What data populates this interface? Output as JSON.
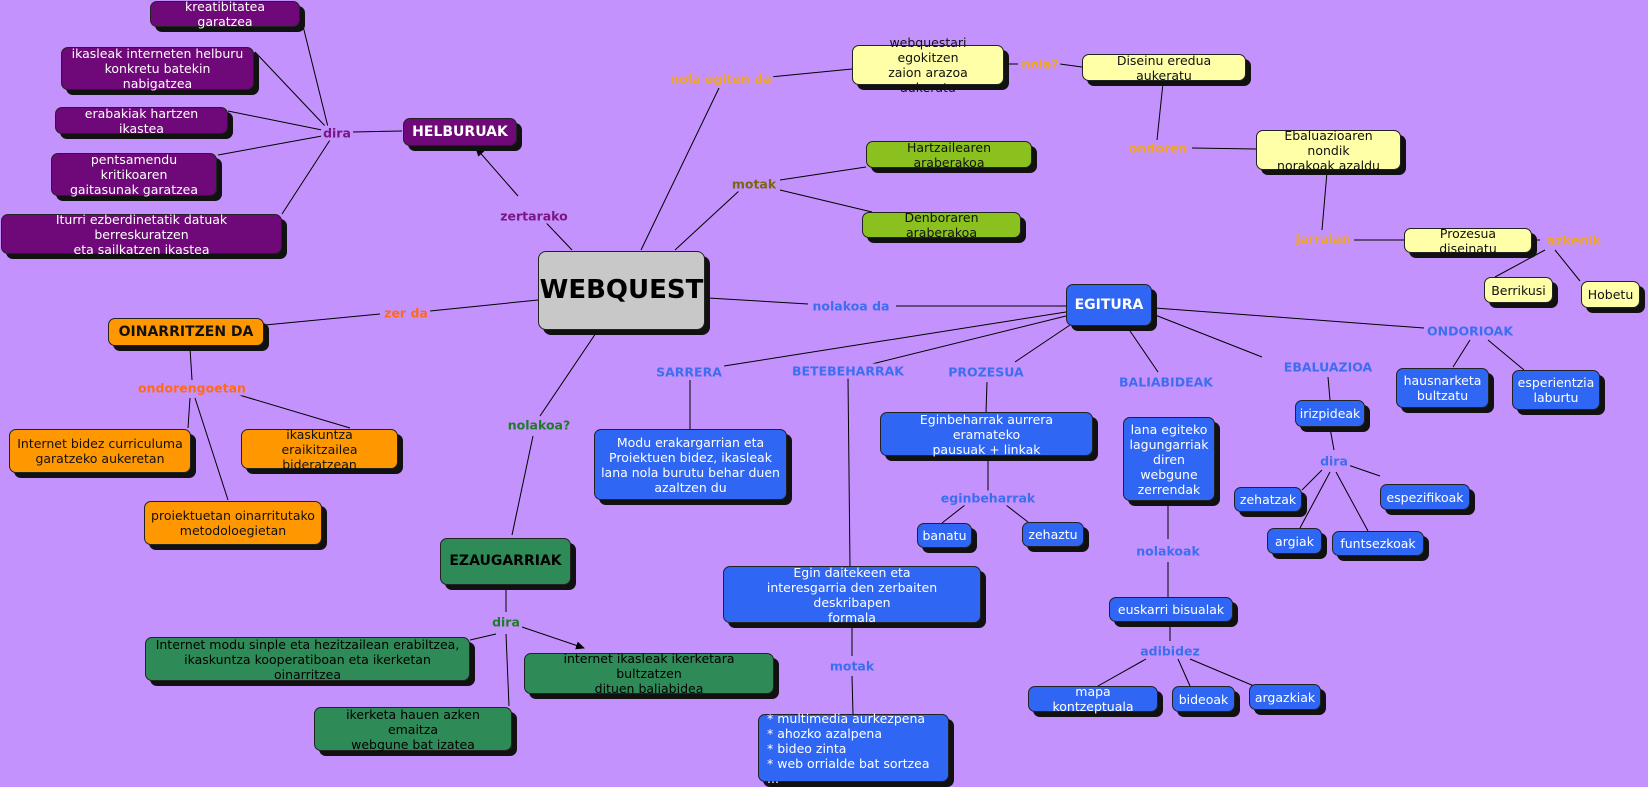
{
  "colors": {
    "background": "#c492fc",
    "purple": "#6f0878",
    "orange": "#ff9800",
    "green": "#2e8b57",
    "lime": "#8ac11f",
    "yellow": "#ffffa8",
    "blue": "#2f66f4",
    "center": "#c8c8c8"
  },
  "center": {
    "title": "WEBQUEST"
  },
  "helburuak": {
    "title": "HELBURUAK",
    "link_zertarako": "zertarako",
    "link_dira": "dira",
    "items": [
      "kreatibitatea garatzea",
      "ikasleak interneten helburu\nkonkretu batekin nabigatzea",
      "erabakiak hartzen ikastea",
      "pentsamendu kritikoaren\ngaitasunak garatzea",
      "Iturri ezberdinetatik datuak berreskuratzen\neta sailkatzen ikastea"
    ]
  },
  "oinarritzen": {
    "title": "OINARRITZEN DA",
    "link_zer_da": "zer da",
    "link_ondorengoetan": "ondorengoetan",
    "items": [
      "Internet bidez curriculuma\ngaratzeko aukeretan",
      "ikaskuntza eraikitzailea\nbideratzean",
      "proiektuetan oinarritutako\nmetodoloegietan"
    ]
  },
  "ezaugarriak": {
    "title": "EZAUGARRIAK",
    "link_nolakoa": "nolakoa?",
    "link_dira": "dira",
    "items": [
      "Internet modu sinple eta hezitzailean erabiltzea,\nikaskuntza kooperatiboan eta ikerketan oinarritzea",
      "internet ikasleak ikerketara bultzatzen\ndituen baliabidea",
      "ikerketa hauen azken emaitza\nwebgune bat izatea"
    ]
  },
  "nola": {
    "link_nola_egiten_da": "nola egiten da",
    "link_nola": "nola?",
    "link_ondoren": "ondoren",
    "link_jarraian": "jarraian",
    "link_azkenik": "azkenik",
    "step1": "webquestari egokitzen\nzaion arazoa aukeratu",
    "step2": "Diseinu eredua aukeratu",
    "step3": "Ebaluazioaren nondik\nnorakoak azaldu",
    "step4": "Prozesua diseinatu",
    "final1": "Berrikusi",
    "final2": "Hobetu"
  },
  "motak": {
    "link": "motak",
    "items": [
      "Hartzailearen araberakoa",
      "Denboraren araberakoa"
    ]
  },
  "egitura": {
    "title": "EGITURA",
    "link_nolakoa_da": "nolakoa da",
    "sarrera": {
      "label": "SARRERA",
      "text": "Modu erakargarrian eta\nProiektuen bidez, ikasleak\nlana nola burutu behar duen\nazaltzen du"
    },
    "betebeharrak": {
      "label": "BETEBEHARRAK",
      "text": "Egin daitekeen eta\ninteresgarria den zerbaiten deskribapen\nformala",
      "link_motak": "motak",
      "list": "* multimedia aurkezpena\n* ahozko azalpena\n* bideo zinta\n* web orrialde bat sortzea ..."
    },
    "prozesua": {
      "label": "PROZESUA",
      "text": "Eginbeharrak aurrera eramateko\npausuak + linkak",
      "link_eginbeharrak": "eginbeharrak",
      "items": [
        "banatu",
        "zehaztu"
      ]
    },
    "baliabideak": {
      "label": "BALIABIDEAK",
      "text": "lana egiteko\nlagungarriak\ndiren\nwebgune\nzerrendak",
      "link_nolakoak": "nolakoak",
      "sub": "euskarri bisualak",
      "link_adibidez": "adibidez",
      "examples": [
        "mapa kontzeptuala",
        "bideoak",
        "argazkiak"
      ]
    },
    "ebaluazioa": {
      "label": "EBALUAZIOA",
      "sub": "irizpideak",
      "link_dira": "dira",
      "items": [
        "zehatzak",
        "espezifikoak",
        "argiak",
        "funtsezkoak"
      ]
    },
    "ondorioak": {
      "label": "ONDORIOAK",
      "items": [
        "hausnarketa\nbultzatu",
        "esperientzia\nlaburtu"
      ]
    }
  }
}
